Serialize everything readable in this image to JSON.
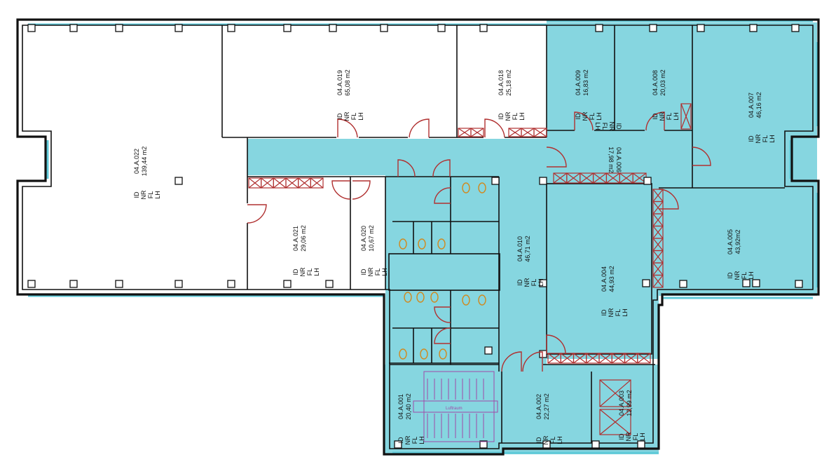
{
  "plan": {
    "fill_color": "#86d6e0",
    "wall_color": "#111111",
    "door_color": "#b03030",
    "stair_color": "#a04aa8",
    "rooms": [
      {
        "id": "04.A.022",
        "area": "139,44 m2",
        "tags": [
          "ID",
          "NR",
          "FL",
          "LH"
        ],
        "highlighted": false
      },
      {
        "id": "04.A.019",
        "area": "65,08 m2",
        "tags": [
          "ID",
          "NR",
          "FL",
          "LH"
        ],
        "highlighted": false
      },
      {
        "id": "04.A.018",
        "area": "25,18 m2",
        "tags": [
          "ID",
          "NR",
          "FL",
          "LH"
        ],
        "highlighted": false
      },
      {
        "id": "04.A.009",
        "area": "16,83 m2",
        "tags": [
          "ID",
          "NR",
          "FL",
          "LH"
        ],
        "highlighted": true
      },
      {
        "id": "04.A.008",
        "area": "20,03 m2",
        "tags": [
          "ID",
          "NR",
          "FL",
          "LH"
        ],
        "highlighted": true
      },
      {
        "id": "04.A.007",
        "area": "46,16 m2",
        "tags": [
          "ID",
          "NR",
          "FL",
          "LH"
        ],
        "highlighted": true
      },
      {
        "id": "04.A.006",
        "area": "17,98 m2",
        "tags": [
          "ID",
          "NR",
          "FL",
          "LH"
        ],
        "highlighted": true
      },
      {
        "id": "04.A.021",
        "area": "29,06 m2",
        "tags": [
          "ID",
          "NR",
          "FL",
          "LH"
        ],
        "highlighted": false
      },
      {
        "id": "04.A.020",
        "area": "10,67 m2",
        "tags": [
          "ID",
          "NR",
          "FL",
          "LH"
        ],
        "highlighted": false
      },
      {
        "id": "04.A.010",
        "area": "46,71 m2",
        "tags": [
          "ID",
          "NR",
          "FL",
          "LH"
        ],
        "highlighted": true
      },
      {
        "id": "04.A.004",
        "area": "44,93 m2",
        "tags": [
          "ID",
          "NR",
          "FL",
          "LH"
        ],
        "highlighted": true
      },
      {
        "id": "04.A.005",
        "area": "43,92m2",
        "tags": [
          "ID",
          "NR",
          "FL",
          "LH"
        ],
        "highlighted": true
      },
      {
        "id": "04.A.001",
        "area": "20,40 m2",
        "tags": [
          "ID",
          "NR",
          "FL",
          "LH"
        ],
        "highlighted": true
      },
      {
        "id": "04.A.002",
        "area": "22,27 m2",
        "tags": [
          "ID",
          "NR",
          "FL",
          "LH"
        ],
        "highlighted": true
      },
      {
        "id": "04.A.003",
        "area": "12,99 m2",
        "tags": [
          "ID",
          "NR",
          "FL",
          "LH"
        ],
        "highlighted": true
      }
    ],
    "stair_label": "Luftraum"
  }
}
